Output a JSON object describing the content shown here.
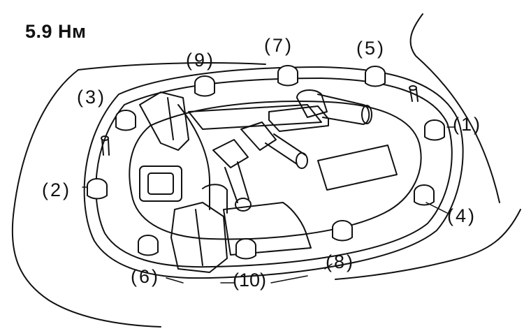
{
  "torque_spec": "5.9 Нм",
  "bolt_callouts": [
    "(1)",
    "(2)",
    "(3)",
    "(4)",
    "(5)",
    "(6)",
    "(7)",
    "(8)",
    "(9)",
    "(10)"
  ]
}
